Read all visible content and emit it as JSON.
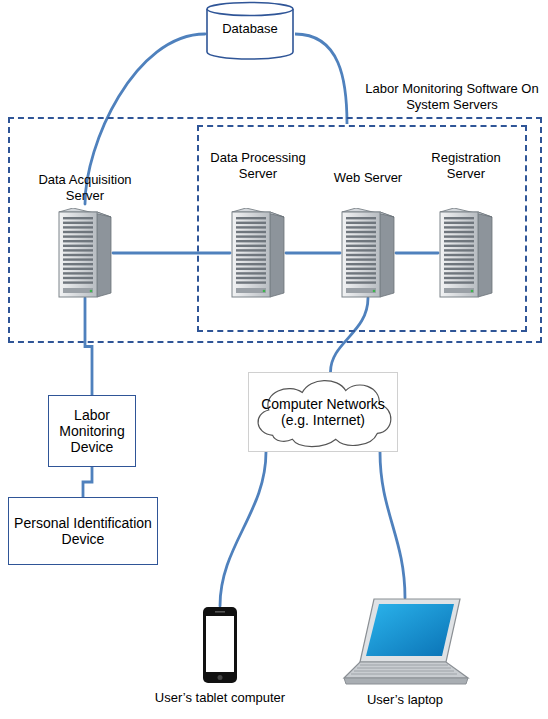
{
  "diagram": {
    "nodes": [
      {
        "text": [
          "Database"
        ]
      },
      {
        "text": [
          "Labor Monitoring Software On System Servers"
        ]
      },
      {
        "text": [
          "Data Acquisition Server"
        ],
        "in": 1
      },
      {
        "text": [
          "Data Processing Server"
        ],
        "in": 1
      },
      {
        "text": [
          "Web Server"
        ],
        "in": 1
      },
      {
        "text": [
          "Registration Server"
        ],
        "in": 1
      },
      {
        "text": [
          "Labor Monitoring Device"
        ]
      },
      {
        "text": [
          "Personal Identification Device"
        ]
      },
      {
        "text": [
          "Computer Networks (e.g. Internet)"
        ]
      },
      {
        "text": [
          "User’s tablet computer"
        ]
      },
      {
        "text": [
          "User’s laptop"
        ]
      }
    ],
    "edges": [
      {
        "from": 0,
        "to": 2,
        "arrow": "none"
      },
      {
        "from": 2,
        "to": 3,
        "arrow": "none"
      },
      {
        "from": 3,
        "to": 4,
        "arrow": "none"
      },
      {
        "from": 4,
        "to": 5,
        "arrow": "none"
      },
      {
        "from": 2,
        "to": 6,
        "arrow": "none"
      },
      {
        "from": 6,
        "to": 7,
        "arrow": "none"
      },
      {
        "from": 4,
        "to": 8,
        "arrow": "none"
      },
      {
        "from": 8,
        "to": 9,
        "arrow": "none"
      },
      {
        "from": 8,
        "to": 10,
        "arrow": "none"
      }
    ]
  }
}
